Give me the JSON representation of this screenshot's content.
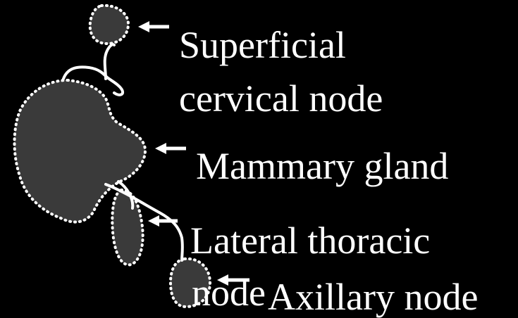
{
  "labels": {
    "superficial_cervical_line1": "Superficial",
    "superficial_cervical_line2": "cervical node",
    "mammary_gland": "Mammary gland",
    "lateral_thoracic_line1": "Lateral thoracic",
    "lateral_thoracic_line2": "node",
    "axillary_node": "Axillary node"
  },
  "colors": {
    "background": "#000000",
    "node_fill": "#3a3a3a",
    "outline": "#ffffff",
    "text": "#ffffff"
  }
}
